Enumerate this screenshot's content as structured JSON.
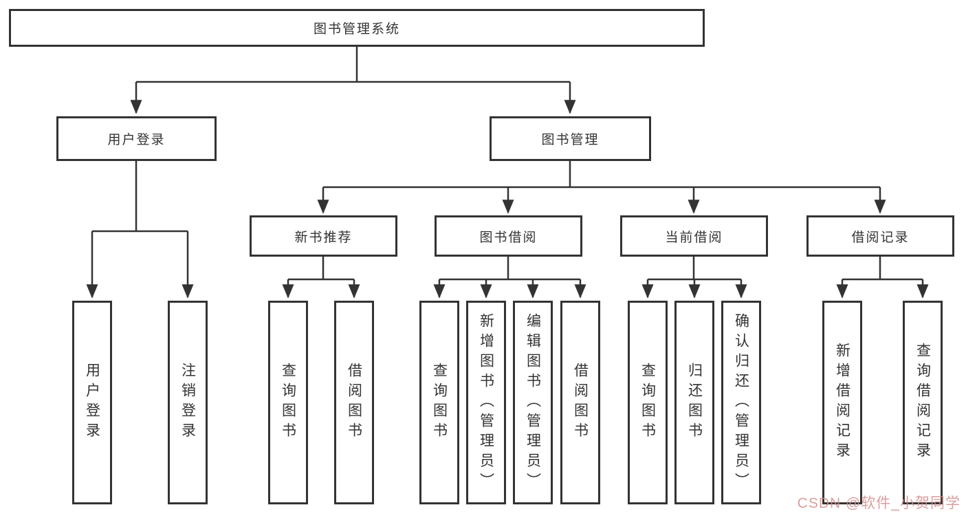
{
  "diagram": {
    "title": "图书管理系统",
    "root": {
      "label": "图书管理系统"
    },
    "branches": [
      {
        "label": "用户登录",
        "children": [
          {
            "label": "用户登录"
          },
          {
            "label": "注销登录"
          }
        ]
      },
      {
        "label": "图书管理",
        "children": [
          {
            "label": "新书推荐",
            "children": [
              {
                "label": "查询图书"
              },
              {
                "label": "借阅图书"
              }
            ]
          },
          {
            "label": "图书借阅",
            "children": [
              {
                "label": "查询图书"
              },
              {
                "label": "新增图书（管理员）"
              },
              {
                "label": "编辑图书（管理员）"
              },
              {
                "label": "借阅图书"
              }
            ]
          },
          {
            "label": "当前借阅",
            "children": [
              {
                "label": "查询图书"
              },
              {
                "label": "归还图书"
              },
              {
                "label": "确认归还（管理员）"
              }
            ]
          },
          {
            "label": "借阅记录",
            "children": [
              {
                "label": "新增借阅记录"
              },
              {
                "label": "查询借阅记录"
              }
            ]
          }
        ]
      }
    ]
  },
  "watermark": {
    "text": "CSDN @软件_小贺同学",
    "color": "#d68c8c"
  },
  "colors": {
    "line": "#333333",
    "box_border": "#333333",
    "text": "#333333",
    "background": "#ffffff"
  }
}
